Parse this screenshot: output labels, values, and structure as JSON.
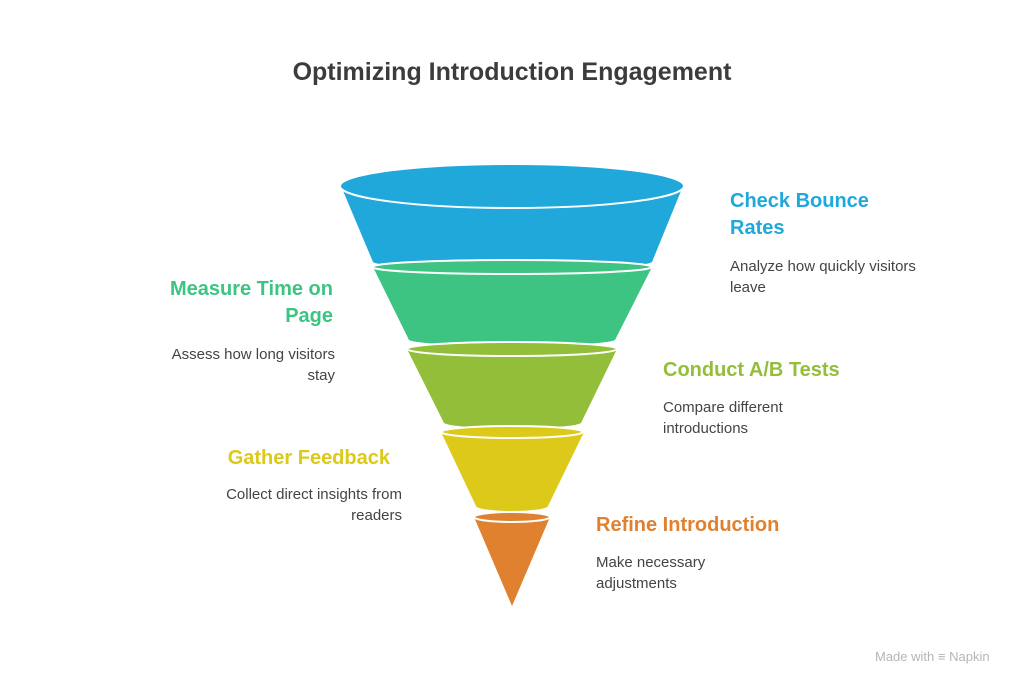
{
  "title": "Optimizing Introduction Engagement",
  "stages": [
    {
      "label": "Check Bounce Rates",
      "label_lines": [
        "Check Bounce",
        "Rates"
      ],
      "description_lines": [
        "Analyze how quickly visitors",
        "leave"
      ],
      "color": "#21A8DA"
    },
    {
      "label": "Measure Time on Page",
      "label_lines": [
        "Measure Time on",
        "Page"
      ],
      "description_lines": [
        "Assess how long visitors",
        "stay"
      ],
      "color": "#3DC482"
    },
    {
      "label": "Conduct A/B Tests",
      "label_lines": [
        "Conduct A/B Tests"
      ],
      "description_lines": [
        "Compare different",
        "introductions"
      ],
      "color": "#93BE3A"
    },
    {
      "label": "Gather Feedback",
      "label_lines": [
        "Gather Feedback"
      ],
      "description_lines": [
        "Collect direct insights from",
        "readers"
      ],
      "color": "#DDC91A"
    },
    {
      "label": "Refine Introduction",
      "label_lines": [
        "Refine Introduction"
      ],
      "description_lines": [
        "Make necessary",
        "adjustments"
      ],
      "color": "#E0812F"
    }
  ],
  "watermark": {
    "text": "Made with",
    "brand": "Napkin"
  }
}
